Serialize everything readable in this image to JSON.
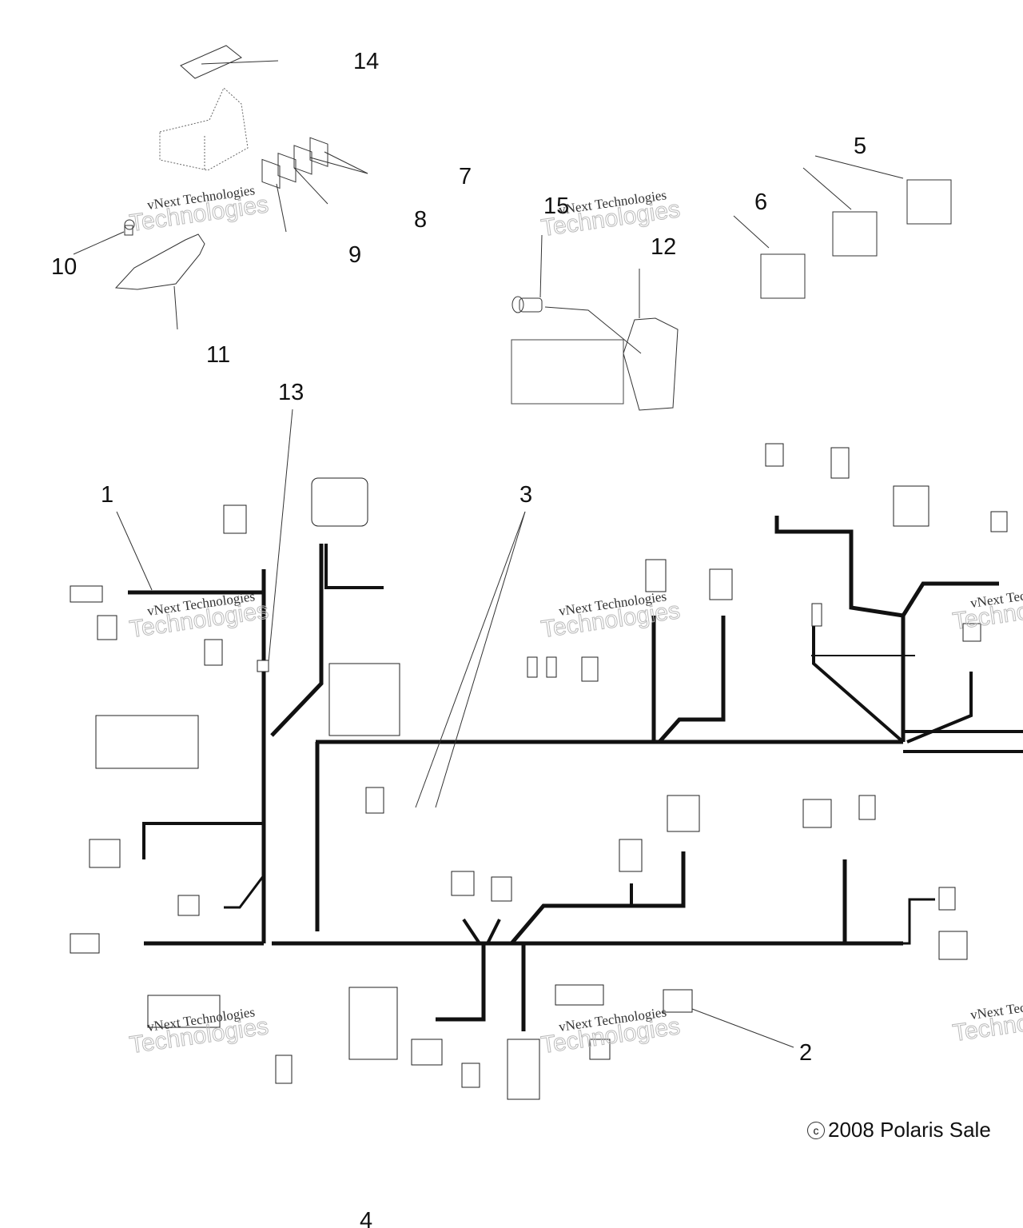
{
  "diagram": {
    "title": "Wiring harness exploded parts diagram",
    "callouts": [
      "1",
      "2",
      "3",
      "4",
      "5",
      "6",
      "7",
      "8",
      "9",
      "10",
      "11",
      "12",
      "13",
      "14",
      "15"
    ],
    "watermark": {
      "line1": "vNext Technologies",
      "line2": "vNext",
      "line3": "Technologies"
    },
    "copyright": {
      "symbol": "c",
      "text": "2008 Polaris Sale"
    },
    "colors": {
      "line": "#111111",
      "watermark_outline": "#bbbbbb",
      "background": "#ffffff"
    }
  }
}
